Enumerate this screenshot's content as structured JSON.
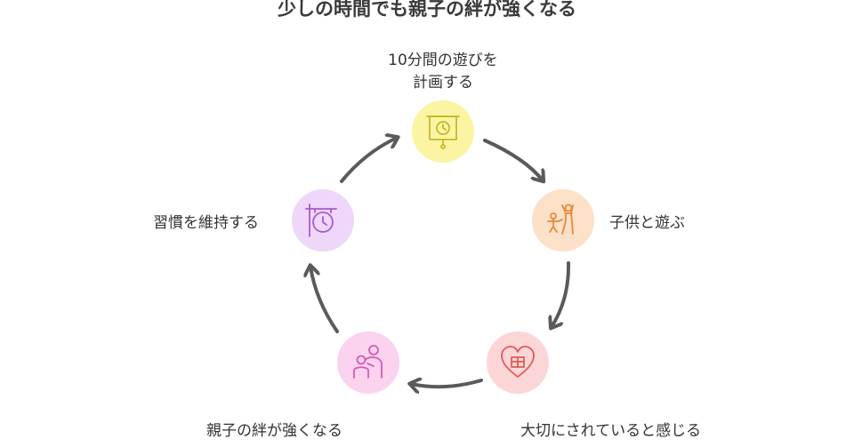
{
  "title": "少しの時間でも親子の絆が強くなる",
  "steps": [
    {
      "id": "plan",
      "label_lines": [
        "10分間の遊びを",
        "計画する"
      ],
      "icon": "presentation-board-clock-icon",
      "fill": "#fbf5a3",
      "stroke": "#c9b72a"
    },
    {
      "id": "play",
      "label_lines": [
        "子供と遊ぶ"
      ],
      "icon": "parent-child-playing-icon",
      "fill": "#fde0c8",
      "stroke": "#e8893b"
    },
    {
      "id": "cared",
      "label_lines": [
        "大切にされていると感じる"
      ],
      "icon": "heart-gift-icon",
      "fill": "#fcd6d6",
      "stroke": "#e05a5a"
    },
    {
      "id": "bond",
      "label_lines": [
        "親子の絆が強くなる"
      ],
      "icon": "parent-hugging-child-icon",
      "fill": "#fbd3ee",
      "stroke": "#d75ab0"
    },
    {
      "id": "habit",
      "label_lines": [
        "習慣を維持する"
      ],
      "icon": "hanging-clock-sign-icon",
      "fill": "#efd7fa",
      "stroke": "#a65ad6"
    }
  ],
  "colors": {
    "arrow": "#5a5a5a"
  }
}
